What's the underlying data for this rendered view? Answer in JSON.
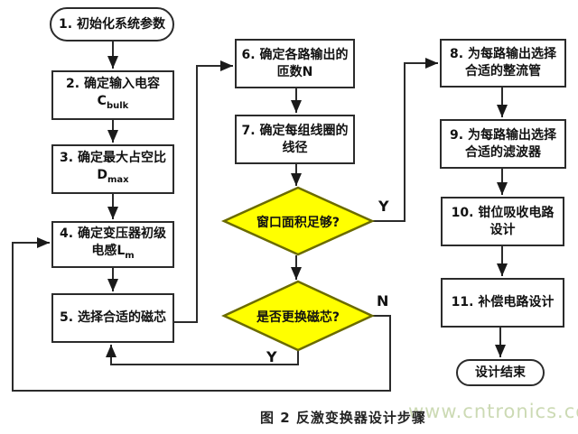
{
  "colors": {
    "diamond_fill": "#ffff00",
    "diamond_border": "#6b6b00",
    "box_border": "#2b2b2b",
    "connector": "#2b2b2b",
    "text": "#111111",
    "watermark": "#ccdab4",
    "caption": "#222222"
  },
  "flowchart": {
    "nodes": {
      "start": {
        "label": "1. 初始化系统参数"
      },
      "step2": {
        "line1": "2. 确定输入电容",
        "symbol": "C",
        "subscript": "bulk"
      },
      "step3": {
        "line1": "3. 确定最大占空比",
        "symbol": "D",
        "subscript": "max"
      },
      "step4": {
        "line1": "4. 确定变压器初级",
        "line2": "电感L",
        "subscript": "m"
      },
      "step5": {
        "label": "5. 选择合适的磁芯"
      },
      "step6": {
        "line1": "6. 确定各路输出的",
        "line2": "匝数N"
      },
      "step7": {
        "line1": "7. 确定每组线圈的",
        "line2": "线径"
      },
      "decision_window": {
        "label": "窗口面积足够?"
      },
      "decision_core": {
        "label": "是否更换磁芯?"
      },
      "step8": {
        "line1": "8. 为每路输出选择",
        "line2": "合适的整流管"
      },
      "step9": {
        "line1": "9. 为每路输出选择",
        "line2": "合适的滤波器"
      },
      "step10": {
        "line1": "10. 钳位吸收电路",
        "line2": "设计"
      },
      "step11": {
        "label": "11. 补偿电路设计"
      },
      "end": {
        "label": "设计结束"
      }
    },
    "branch_labels": {
      "window_yes": "Y",
      "core_yes": "Y",
      "core_no": "N"
    }
  },
  "caption": "图 2 反激变换器设计步骤",
  "watermark": "www.cntronics.com"
}
